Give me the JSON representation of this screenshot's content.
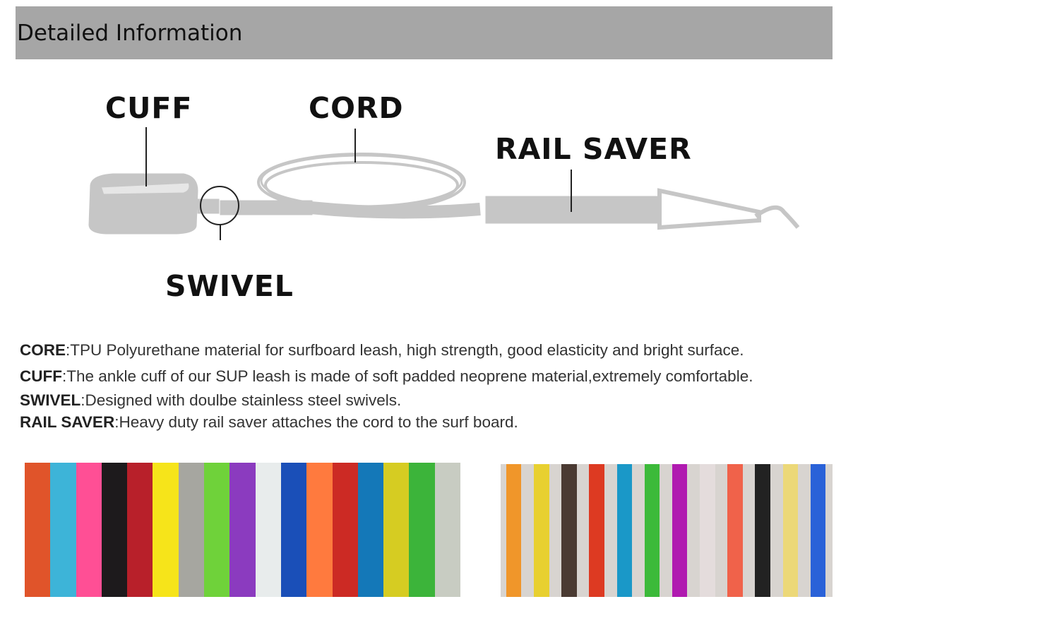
{
  "header": {
    "title": "Detailed Information"
  },
  "diagram": {
    "labels": {
      "cuff": "CUFF",
      "cord": "CORD",
      "rail_saver": "RAIL SAVER",
      "swivel": "SWIVEL"
    }
  },
  "descriptions": [
    {
      "term": "CORE",
      "text": ":TPU Polyurethane material for surfboard leash, high strength, good elasticity and bright surface."
    },
    {
      "term": "CUFF",
      "text": ":The ankle cuff of our SUP leash is made of soft padded neoprene material,extremely comfortable."
    },
    {
      "term": "SWIVEL",
      "text": ":Designed with doulbe stainless steel swivels."
    },
    {
      "term": "RAIL SAVER",
      "text": ":Heavy duty rail saver attaches the cord to the surf board."
    }
  ],
  "colors_solid": [
    "#e0542a",
    "#3db4d8",
    "#ff4f95",
    "#1d1a1c",
    "#b8202a",
    "#f6e41a",
    "#a6a6a0",
    "#6fd23a",
    "#8b3bbf",
    "#e8ecec",
    "#1a4fb8",
    "#ff7a3e",
    "#cc2a24",
    "#1478b8",
    "#d6cc22",
    "#3cb43a",
    "#c8ccc2"
  ],
  "colors_clear": [
    "#f0962a",
    "#e8d030",
    "#4a3a32",
    "#dd3a22",
    "#1a98c8",
    "#3cba3a",
    "#b01ab0",
    "#e4dcdc",
    "#f0624a",
    "#222222",
    "#ecd878",
    "#2a62d8"
  ]
}
